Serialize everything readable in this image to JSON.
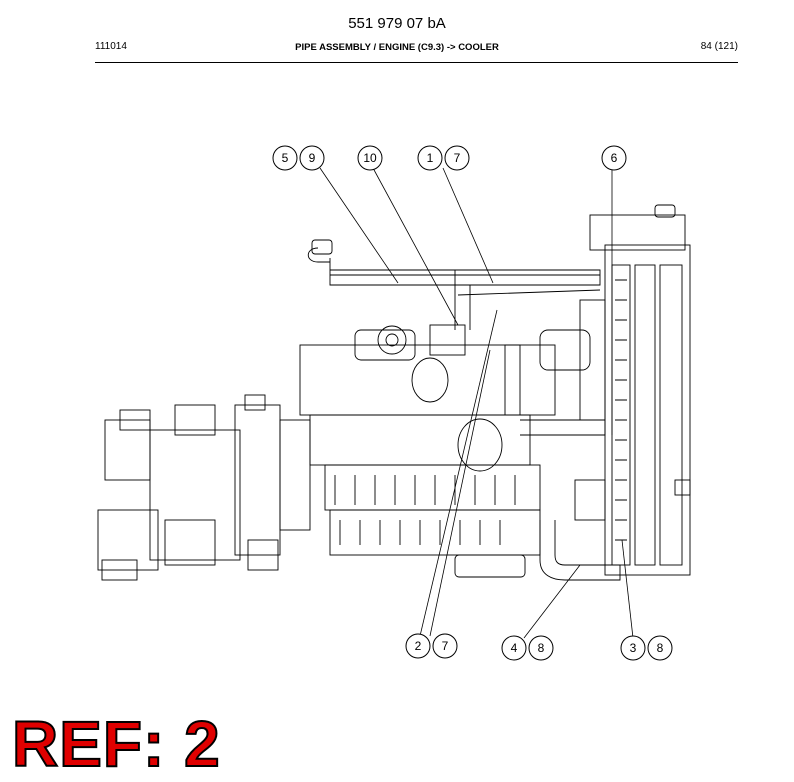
{
  "header": {
    "doc_number": "551 979 07 bA",
    "date_code": "111014",
    "title": "PIPE ASSEMBLY / ENGINE (C9.3) -> COOLER",
    "page": "84 (121)"
  },
  "callouts": [
    {
      "label": "5"
    },
    {
      "label": "9"
    },
    {
      "label": "10"
    },
    {
      "label": "1"
    },
    {
      "label": "7"
    },
    {
      "label": "6"
    },
    {
      "label": "2"
    },
    {
      "label": "7"
    },
    {
      "label": "4"
    },
    {
      "label": "8"
    },
    {
      "label": "3"
    },
    {
      "label": "8"
    }
  ],
  "ref_label": "REF: 2"
}
